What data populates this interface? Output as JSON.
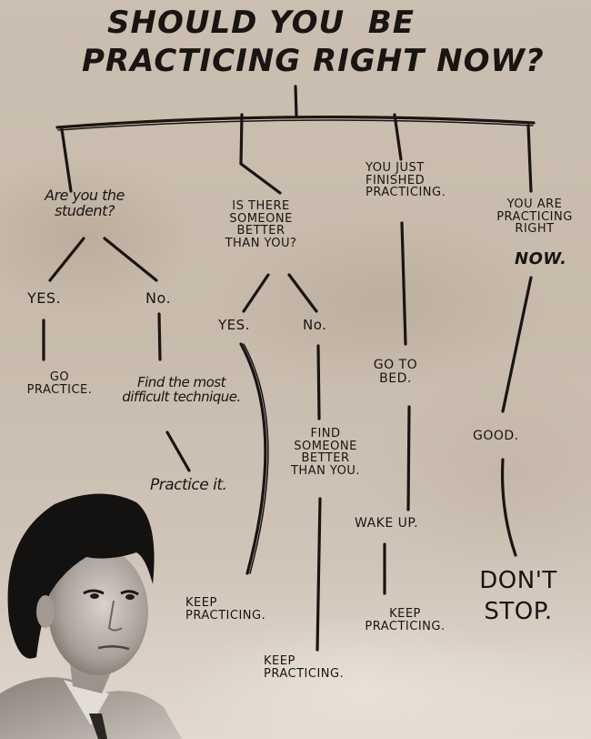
{
  "title": {
    "line1": "SHOULD YOU  BE",
    "line2": "PRACTICING RIGHT NOW?"
  },
  "colors": {
    "background": "#cdc1b3",
    "ink": "#1a1512",
    "hair": "#111111",
    "skin": "#b9b2aa"
  },
  "branches": [
    {
      "question": "Are you the\nstudent?",
      "yes_label": "YES.",
      "no_label": "No.",
      "yes_outcome": "GO\nPRACTICE.",
      "no_outcome": "Find the most\ndifficult technique.",
      "no_followup": "Practice it.",
      "final": "KEEP\nPRACTICING."
    },
    {
      "question": "IS THERE\nSOMEONE\nBETTER\nTHAN YOU?",
      "yes_label": "YES.",
      "no_label": "No.",
      "no_outcome": "FIND\nSOMEONE\nBETTER\nTHAN YOU.",
      "final": "KEEP\nPRACTICING."
    },
    {
      "question": "YOU JUST\nFINISHED\nPRACTICING.",
      "step1": "GO TO\nBED.",
      "step2": "WAKE UP.",
      "final": "KEEP\nPRACTICING."
    },
    {
      "question_line1": "YOU ARE\nPRACTICING\nRIGHT",
      "question_line2": "NOW.",
      "step1": "GOOD.",
      "final": "DON'T\nSTOP."
    }
  ],
  "portrait": {
    "description": "black-and-white portrait photo of a man"
  }
}
